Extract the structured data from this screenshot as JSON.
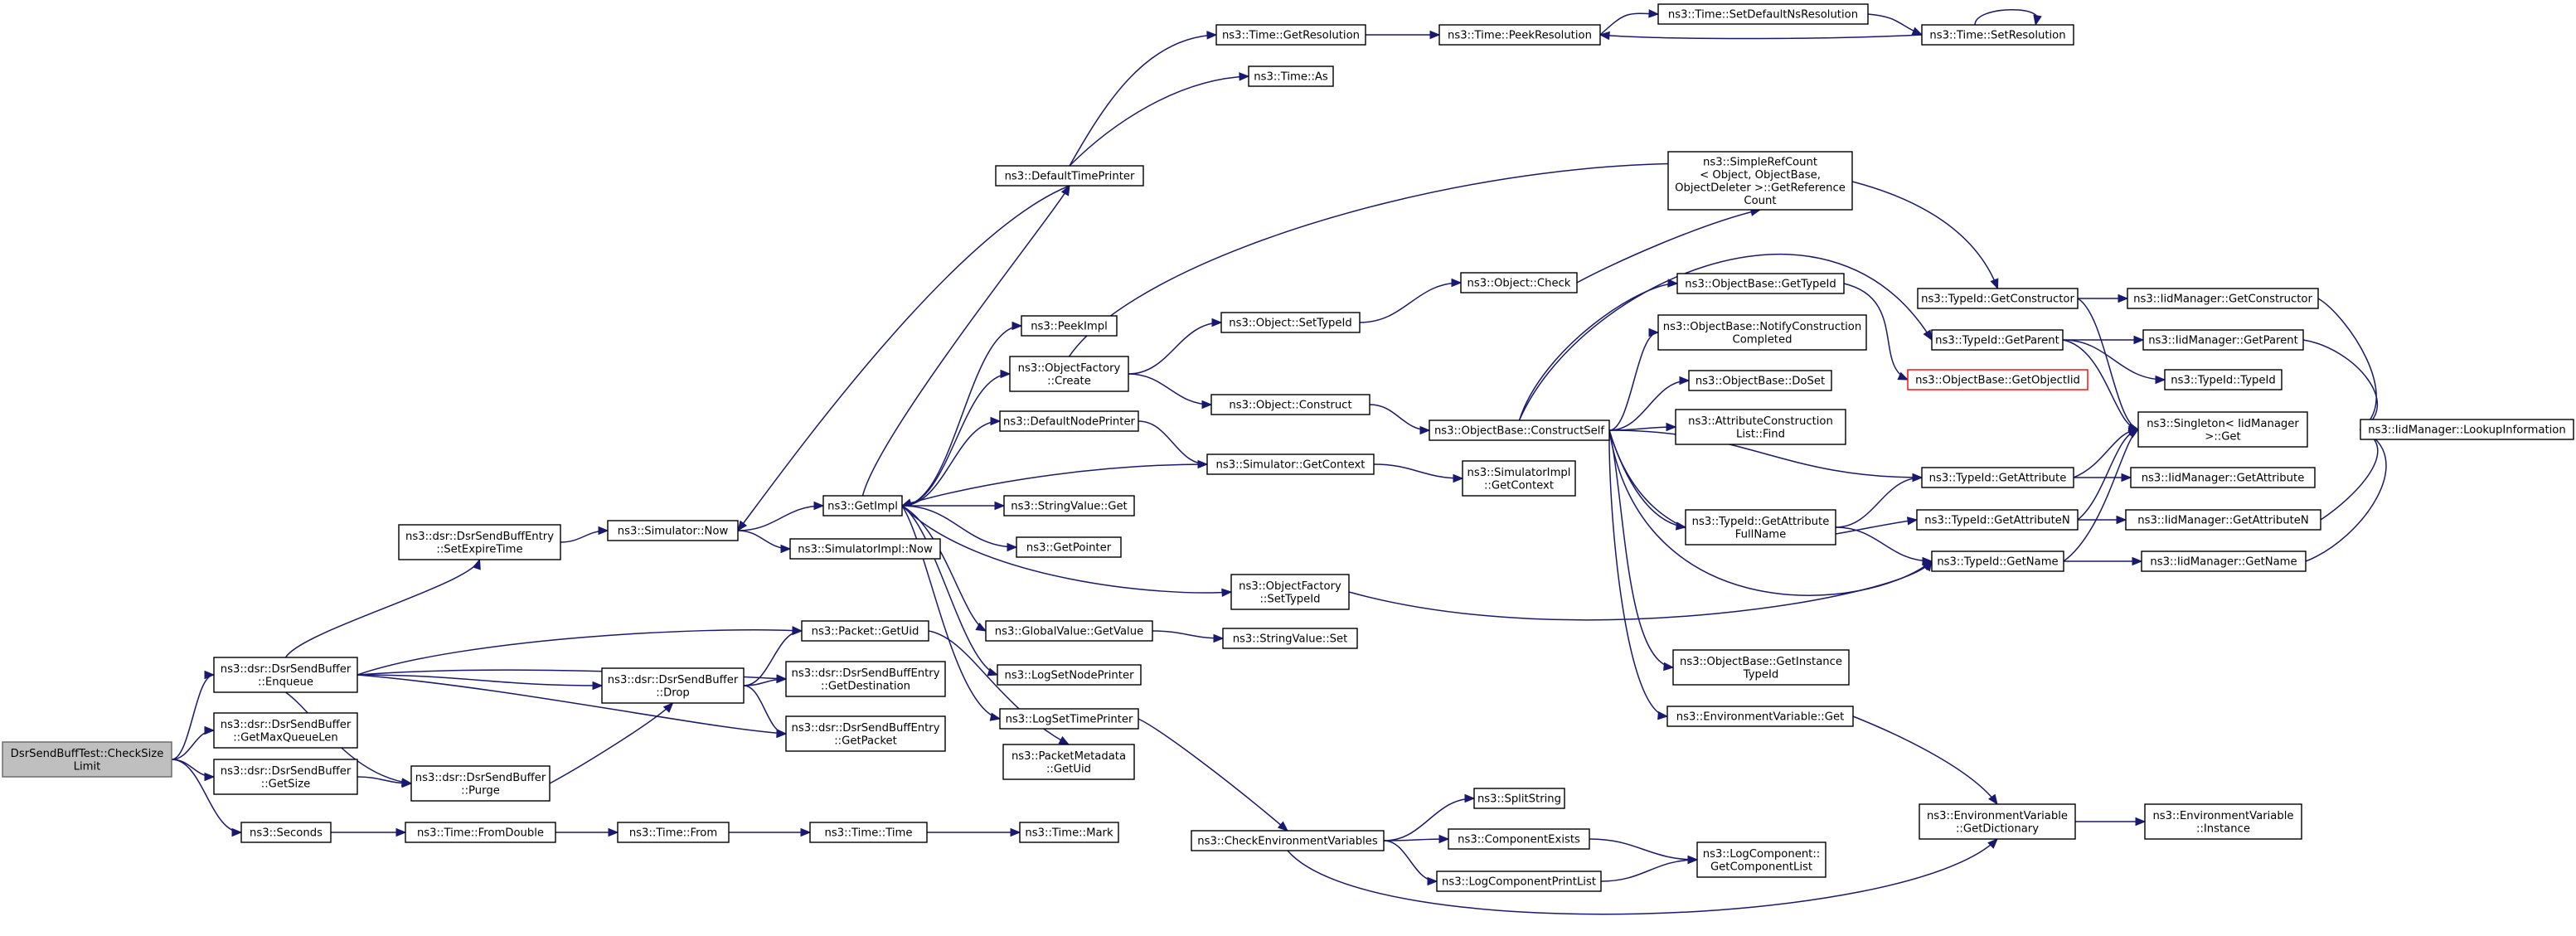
{
  "graph": {
    "edge_color": "#191970",
    "root_fill": "#bfbfbf",
    "highlight_border": "#ff0000",
    "nodes": {
      "root": [
        "DsrSendBuffTest::CheckSize",
        "Limit"
      ],
      "enqueue": [
        "ns3::dsr::DsrSendBuffer",
        "::Enqueue"
      ],
      "getmaxq": [
        "ns3::dsr::DsrSendBuffer",
        "::GetMaxQueueLen"
      ],
      "getsize": [
        "ns3::dsr::DsrSendBuffer",
        "::GetSize"
      ],
      "seconds": [
        "ns3::Seconds"
      ],
      "setexpire": [
        "ns3::dsr::DsrSendBuffEntry",
        "::SetExpireTime"
      ],
      "drop": [
        "ns3::dsr::DsrSendBuffer",
        "::Drop"
      ],
      "purge": [
        "ns3::dsr::DsrSendBuffer",
        "::Purge"
      ],
      "fromdouble": [
        "ns3::Time::FromDouble"
      ],
      "simnow": [
        "ns3::Simulator::Now"
      ],
      "pktuid": [
        "ns3::Packet::GetUid"
      ],
      "getdest": [
        "ns3::dsr::DsrSendBuffEntry",
        "::GetDestination"
      ],
      "getpacket": [
        "ns3::dsr::DsrSendBuffEntry",
        "::GetPacket"
      ],
      "timefrom": [
        "ns3::Time::From"
      ],
      "getimpl": [
        "ns3::GetImpl"
      ],
      "simimplnow": [
        "ns3::SimulatorImpl::Now"
      ],
      "pmuid": [
        "ns3::PacketMetadata",
        "::GetUid"
      ],
      "timetime": [
        "ns3::Time::Time"
      ],
      "deftp": [
        "ns3::DefaultTimePrinter"
      ],
      "peekimpl": [
        "ns3::PeekImpl"
      ],
      "ofcreate": [
        "ns3::ObjectFactory",
        "::Create"
      ],
      "defnp": [
        "ns3::DefaultNodePrinter"
      ],
      "svget": [
        "ns3::StringValue::Get"
      ],
      "getpointer": [
        "ns3::GetPointer"
      ],
      "gvget": [
        "ns3::GlobalValue::GetValue"
      ],
      "logsetnp": [
        "ns3::LogSetNodePrinter"
      ],
      "logsettp": [
        "ns3::LogSetTimePrinter"
      ],
      "checkenv": [
        "ns3::CheckEnvironmentVariables"
      ],
      "timemark": [
        "ns3::Time::Mark"
      ],
      "getres": [
        "ns3::Time::GetResolution"
      ],
      "timeas": [
        "ns3::Time::As"
      ],
      "objsettid": [
        "ns3::Object::SetTypeId"
      ],
      "objconstruct": [
        "ns3::Object::Construct"
      ],
      "simgetctx": [
        "ns3::Simulator::GetContext"
      ],
      "ofsettid": [
        "ns3::ObjectFactory",
        "::SetTypeId"
      ],
      "svset": [
        "ns3::StringValue::Set"
      ],
      "peekres": [
        "ns3::Time::PeekResolution"
      ],
      "objcheck": [
        "ns3::Object::Check"
      ],
      "obconstructself": [
        "ns3::ObjectBase::ConstructSelf"
      ],
      "simimplctx": [
        "ns3::SimulatorImpl",
        "::GetContext"
      ],
      "splitstr": [
        "ns3::SplitString"
      ],
      "compexists": [
        "ns3::ComponentExists"
      ],
      "logcompprint": [
        "ns3::LogComponentPrintList"
      ],
      "setdefns": [
        "ns3::Time::SetDefaultNsResolution"
      ],
      "simplerefcount": [
        "ns3::SimpleRefCount",
        "< Object, ObjectBase,",
        "ObjectDeleter >::GetReference",
        "Count"
      ],
      "obgettid": [
        "ns3::ObjectBase::GetTypeId"
      ],
      "obnotify": [
        "ns3::ObjectBase::NotifyConstruction",
        "Completed"
      ],
      "obdoset": [
        "ns3::ObjectBase::DoSet"
      ],
      "attrfind": [
        "ns3::AttributeConstruction",
        "List::Find"
      ],
      "tidattrfull": [
        "ns3::TypeId::GetAttribute",
        "FullName"
      ],
      "obinst": [
        "ns3::ObjectBase::GetInstance",
        "TypeId"
      ],
      "envget": [
        "ns3::EnvironmentVariable::Get"
      ],
      "logcomplist": [
        "ns3::LogComponent::",
        "GetComponentList"
      ],
      "setres": [
        "ns3::Time::SetResolution"
      ],
      "tidgetctor": [
        "ns3::TypeId::GetConstructor"
      ],
      "tidgetparent": [
        "ns3::TypeId::GetParent"
      ],
      "obgetoiid": [
        "ns3::ObjectBase::GetObjectIid"
      ],
      "tidgetattr": [
        "ns3::TypeId::GetAttribute"
      ],
      "tidgetattrn": [
        "ns3::TypeId::GetAttributeN"
      ],
      "tidgetname": [
        "ns3::TypeId::GetName"
      ],
      "envdict": [
        "ns3::EnvironmentVariable",
        "::GetDictionary"
      ],
      "iidctor": [
        "ns3::IidManager::GetConstructor"
      ],
      "iidparent": [
        "ns3::IidManager::GetParent"
      ],
      "tidtid": [
        "ns3::TypeId::TypeId"
      ],
      "singleton": [
        "ns3::Singleton< IidManager",
        ">::Get"
      ],
      "iidattr": [
        "ns3::IidManager::GetAttribute"
      ],
      "iidattrn": [
        "ns3::IidManager::GetAttributeN"
      ],
      "iidname": [
        "ns3::IidManager::GetName"
      ],
      "envinst": [
        "ns3::EnvironmentVariable",
        "::Instance"
      ],
      "iidlookup": [
        "ns3::IidManager::LookupInformation"
      ]
    }
  }
}
